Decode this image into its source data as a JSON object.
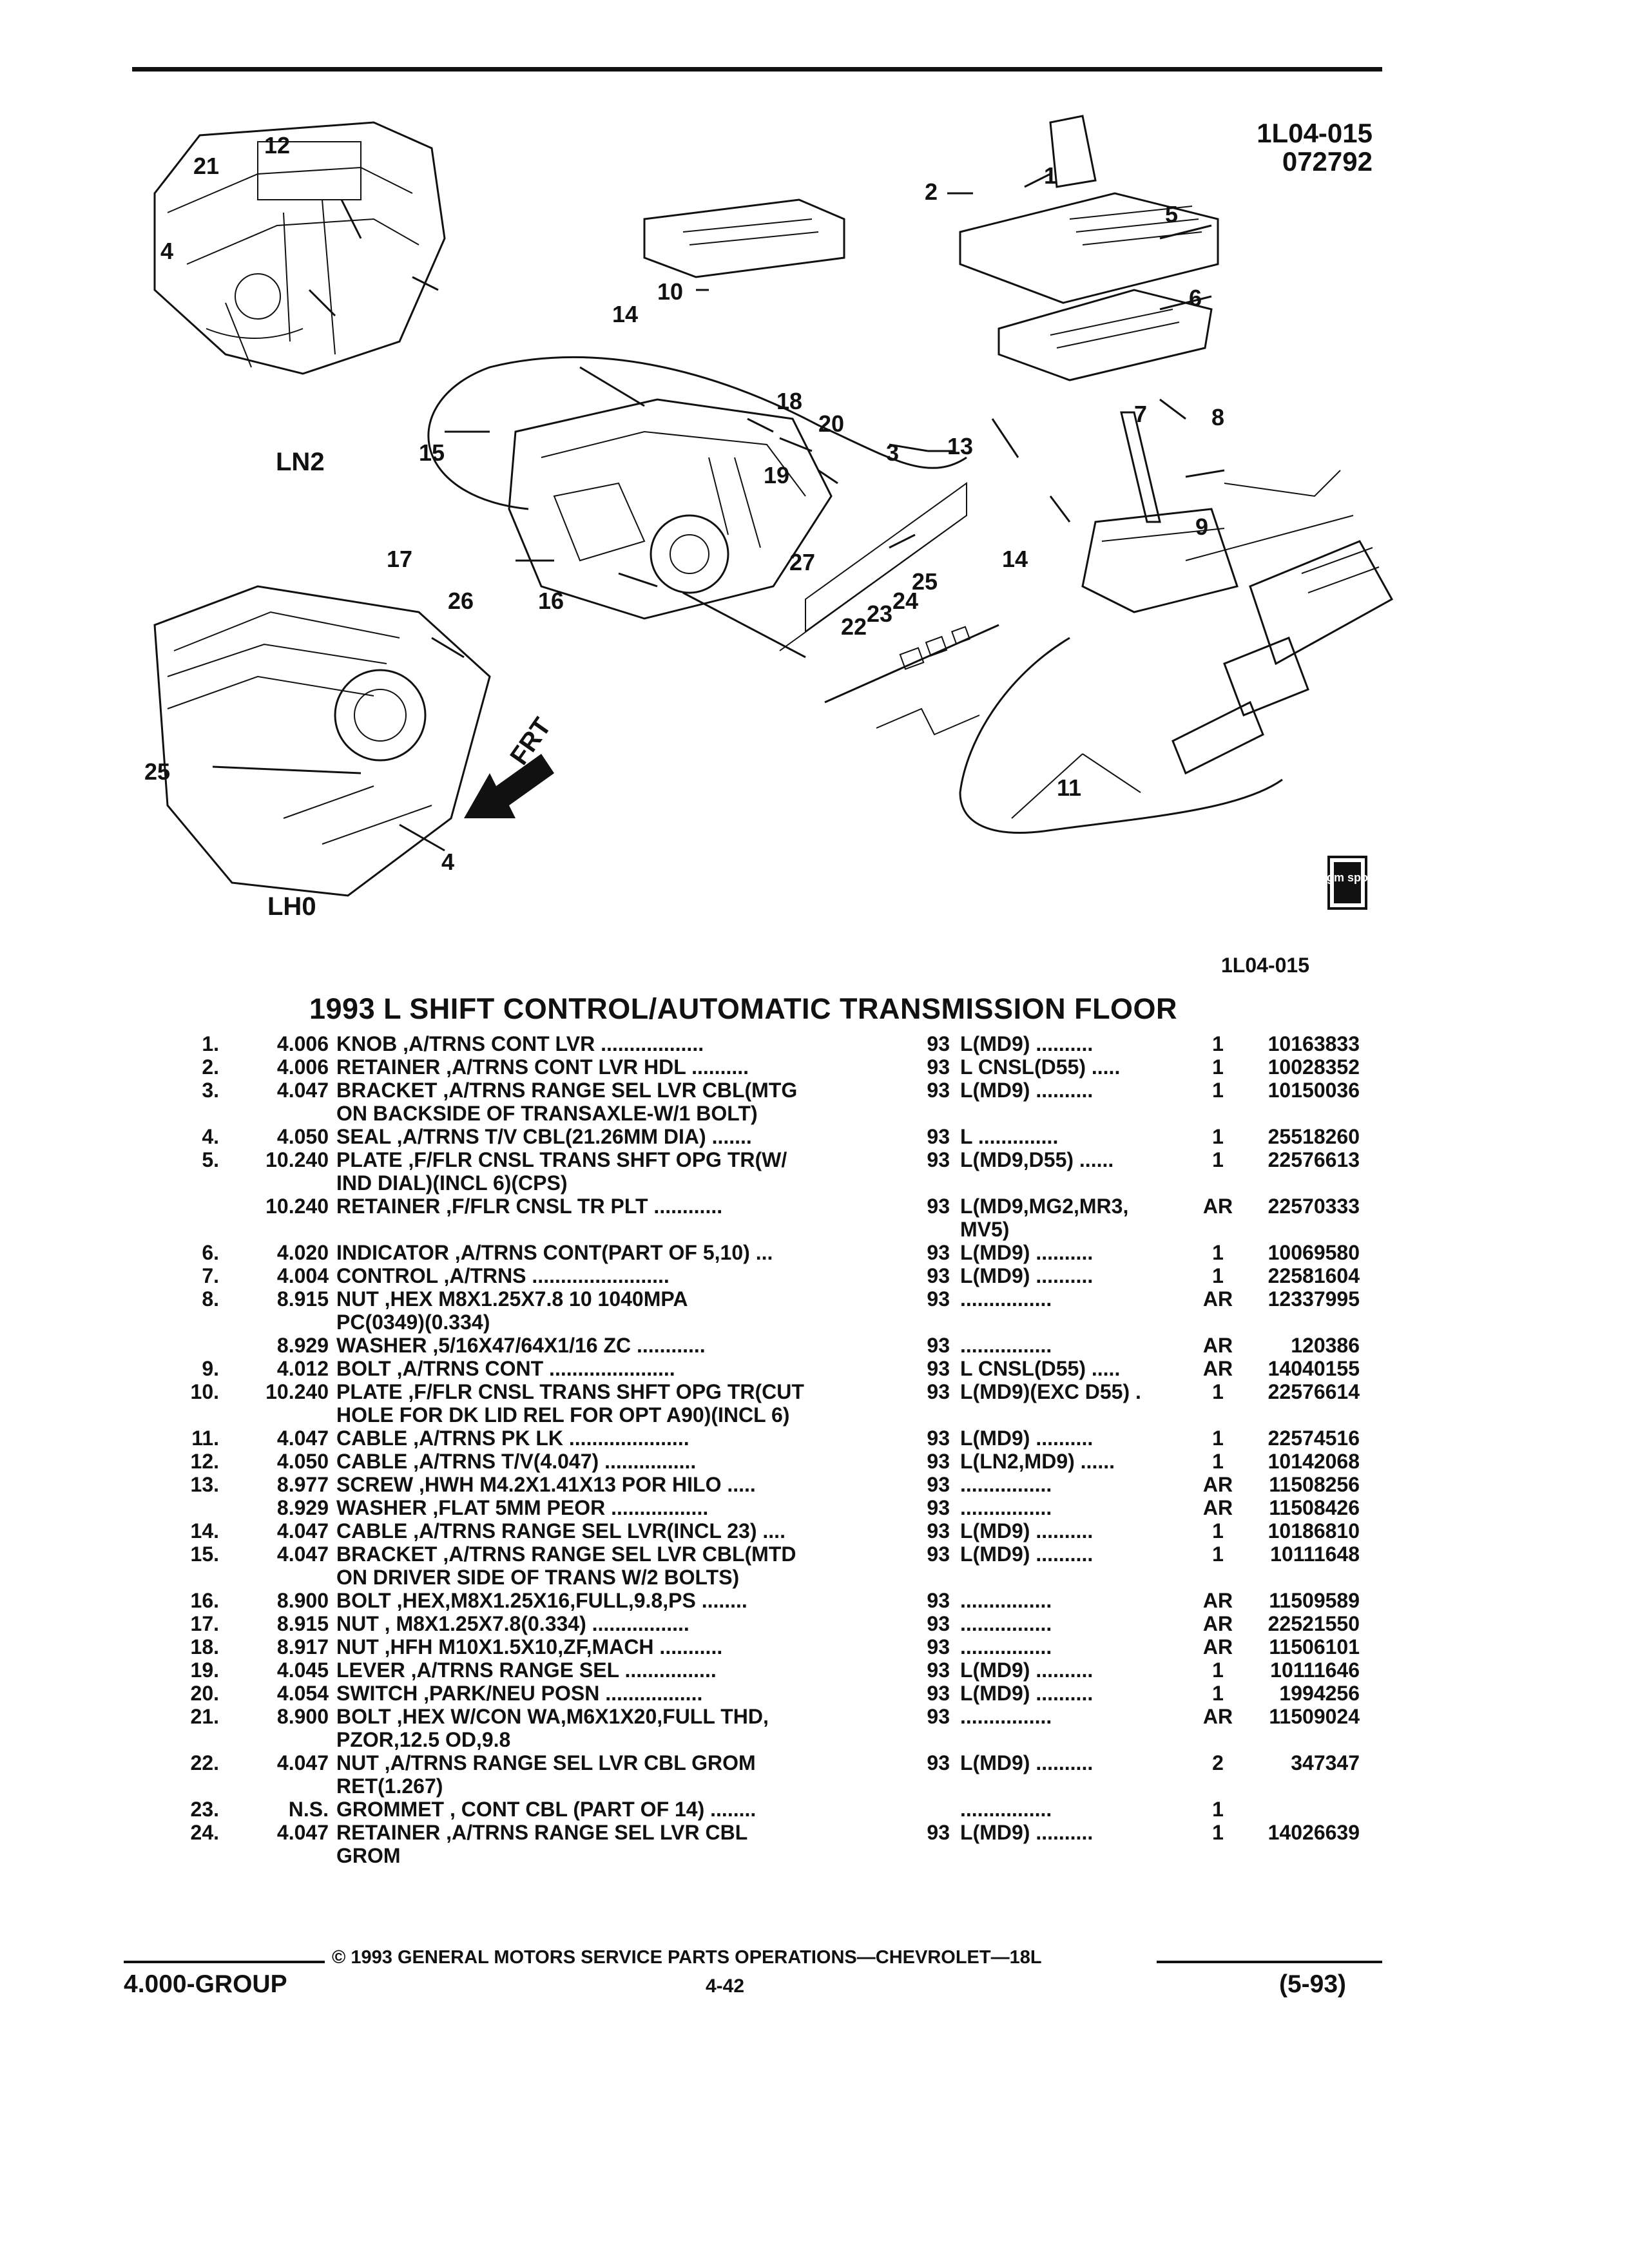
{
  "diagram": {
    "ref_code": "1L04-015",
    "ref_date": "072792",
    "engine_labels": [
      "LN2",
      "LH0"
    ],
    "front_arrow_label": "FRT",
    "callouts": [
      "1",
      "2",
      "3",
      "4",
      "5",
      "6",
      "7",
      "8",
      "9",
      "10",
      "11",
      "12",
      "13",
      "14",
      "15",
      "16",
      "17",
      "18",
      "19",
      "20",
      "21",
      "22",
      "23",
      "24",
      "25",
      "26",
      "27"
    ],
    "logo_text": "gm spo",
    "bottom_ref": "1L04-015"
  },
  "title": "1993 L SHIFT CONTROL/AUTOMATIC TRANSMISSION FLOOR",
  "parts": [
    {
      "item": "1.",
      "group": "4.006",
      "desc": "KNOB ,A/TRNS CONT LVR ..................",
      "year": "93",
      "option": "L(MD9) ..........",
      "qty": "1",
      "part": "10163833"
    },
    {
      "item": "2.",
      "group": "4.006",
      "desc": "RETAINER ,A/TRNS CONT LVR HDL ..........",
      "year": "93",
      "option": "L CNSL(D55) .....",
      "qty": "1",
      "part": "10028352"
    },
    {
      "item": "3.",
      "group": "4.047",
      "desc": "BRACKET ,A/TRNS RANGE SEL LVR CBL(MTG\nON BACKSIDE OF TRANSAXLE-W/1 BOLT)",
      "year": "93",
      "option": "L(MD9) ..........",
      "qty": "1",
      "part": "10150036"
    },
    {
      "item": "4.",
      "group": "4.050",
      "desc": "SEAL ,A/TRNS T/V CBL(21.26MM DIA) .......",
      "year": "93",
      "option": "L ..............",
      "qty": "1",
      "part": "25518260"
    },
    {
      "item": "5.",
      "group": "10.240",
      "desc": "PLATE ,F/FLR CNSL TRANS SHFT OPG TR(W/\nIND DIAL)(INCL 6)(CPS)",
      "year": "93",
      "option": "L(MD9,D55) ......",
      "qty": "1",
      "part": "22576613"
    },
    {
      "item": "",
      "group": "10.240",
      "desc": "RETAINER ,F/FLR CNSL TR PLT ............",
      "year": "93",
      "option": "L(MD9,MG2,MR3,\nMV5)",
      "qty": "AR",
      "part": "22570333"
    },
    {
      "item": "6.",
      "group": "4.020",
      "desc": "INDICATOR ,A/TRNS CONT(PART OF 5,10) ...",
      "year": "93",
      "option": "L(MD9) ..........",
      "qty": "1",
      "part": "10069580"
    },
    {
      "item": "7.",
      "group": "4.004",
      "desc": "CONTROL ,A/TRNS ........................",
      "year": "93",
      "option": "L(MD9) ..........",
      "qty": "1",
      "part": "22581604"
    },
    {
      "item": "8.",
      "group": "8.915",
      "desc": "NUT ,HEX M8X1.25X7.8 10 1040MPA\nPC(0349)(0.334)",
      "year": "93",
      "option": "................",
      "qty": "AR",
      "part": "12337995"
    },
    {
      "item": "",
      "group": "8.929",
      "desc": "WASHER ,5/16X47/64X1/16 ZC ............",
      "year": "93",
      "option": "................",
      "qty": "AR",
      "part": "120386"
    },
    {
      "item": "9.",
      "group": "4.012",
      "desc": "BOLT ,A/TRNS CONT ......................",
      "year": "93",
      "option": "L CNSL(D55) .....",
      "qty": "AR",
      "part": "14040155"
    },
    {
      "item": "10.",
      "group": "10.240",
      "desc": "PLATE ,F/FLR CNSL TRANS SHFT OPG TR(CUT\nHOLE FOR DK LID REL FOR OPT A90)(INCL 6)",
      "year": "93",
      "option": "L(MD9)(EXC D55) .",
      "qty": "1",
      "part": "22576614"
    },
    {
      "item": "11.",
      "group": "4.047",
      "desc": "CABLE ,A/TRNS PK LK .....................",
      "year": "93",
      "option": "L(MD9) ..........",
      "qty": "1",
      "part": "22574516"
    },
    {
      "item": "12.",
      "group": "4.050",
      "desc": "CABLE ,A/TRNS T/V(4.047) ................",
      "year": "93",
      "option": "L(LN2,MD9) ......",
      "qty": "1",
      "part": "10142068"
    },
    {
      "item": "13.",
      "group": "8.977",
      "desc": "SCREW ,HWH M4.2X1.41X13 POR HILO .....",
      "year": "93",
      "option": "................",
      "qty": "AR",
      "part": "11508256"
    },
    {
      "item": "",
      "group": "8.929",
      "desc": "WASHER ,FLAT 5MM PEOR .................",
      "year": "93",
      "option": "................",
      "qty": "AR",
      "part": "11508426"
    },
    {
      "item": "14.",
      "group": "4.047",
      "desc": "CABLE ,A/TRNS RANGE SEL LVR(INCL 23) ....",
      "year": "93",
      "option": "L(MD9) ..........",
      "qty": "1",
      "part": "10186810"
    },
    {
      "item": "15.",
      "group": "4.047",
      "desc": "BRACKET ,A/TRNS RANGE SEL LVR CBL(MTD\nON DRIVER SIDE OF TRANS W/2 BOLTS)",
      "year": "93",
      "option": "L(MD9) ..........",
      "qty": "1",
      "part": "10111648"
    },
    {
      "item": "16.",
      "group": "8.900",
      "desc": "BOLT ,HEX,M8X1.25X16,FULL,9.8,PS ........",
      "year": "93",
      "option": "................",
      "qty": "AR",
      "part": "11509589"
    },
    {
      "item": "17.",
      "group": "8.915",
      "desc": "NUT , M8X1.25X7.8(0.334) .................",
      "year": "93",
      "option": "................",
      "qty": "AR",
      "part": "22521550"
    },
    {
      "item": "18.",
      "group": "8.917",
      "desc": "NUT ,HFH M10X1.5X10,ZF,MACH ...........",
      "year": "93",
      "option": "................",
      "qty": "AR",
      "part": "11506101"
    },
    {
      "item": "19.",
      "group": "4.045",
      "desc": "LEVER ,A/TRNS RANGE SEL ................",
      "year": "93",
      "option": "L(MD9) ..........",
      "qty": "1",
      "part": "10111646"
    },
    {
      "item": "20.",
      "group": "4.054",
      "desc": "SWITCH ,PARK/NEU POSN .................",
      "year": "93",
      "option": "L(MD9) ..........",
      "qty": "1",
      "part": "1994256"
    },
    {
      "item": "21.",
      "group": "8.900",
      "desc": "BOLT ,HEX W/CON WA,M6X1X20,FULL THD,\nPZOR,12.5 OD,9.8",
      "year": "93",
      "option": "................",
      "qty": "AR",
      "part": "11509024"
    },
    {
      "item": "22.",
      "group": "4.047",
      "desc": "NUT ,A/TRNS RANGE SEL LVR CBL GROM\nRET(1.267)",
      "year": "93",
      "option": "L(MD9) ..........",
      "qty": "2",
      "part": "347347"
    },
    {
      "item": "23.",
      "group": "N.S.",
      "desc": "GROMMET , CONT CBL (PART OF 14) ........",
      "year": "",
      "option": "................",
      "qty": "1",
      "part": ""
    },
    {
      "item": "24.",
      "group": "4.047",
      "desc": "RETAINER ,A/TRNS RANGE SEL LVR CBL\nGROM",
      "year": "93",
      "option": "L(MD9) ..........",
      "qty": "1",
      "part": "14026639"
    }
  ],
  "footer": {
    "copyright": "© 1993 GENERAL MOTORS SERVICE PARTS OPERATIONS—CHEVROLET—18L",
    "group": "4.000-GROUP",
    "page": "4-42",
    "date": "(5-93)"
  }
}
